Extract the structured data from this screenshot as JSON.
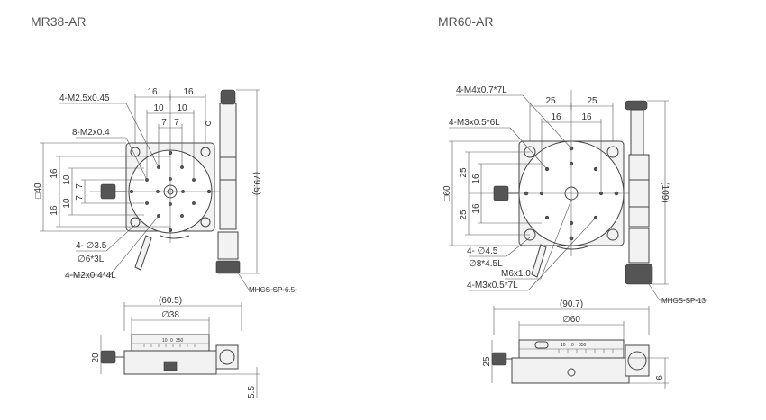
{
  "models": [
    {
      "title": "MR38-AR",
      "top_dims": [
        "16",
        "16",
        "10",
        "10",
        "7",
        "7"
      ],
      "left_dims": [
        "16",
        "10",
        "7",
        "7",
        "10",
        "16"
      ],
      "square_size": "□40",
      "height_dim": "(79.5)",
      "callouts": [
        "4-M2.5x0.45",
        "8-M2x0.4",
        "4- ∅3.5",
        "∅6*3L",
        "4-M2x0.4*4L"
      ],
      "micrometer": "MHGS-SP-6.5",
      "side_width": "(60.5)",
      "side_diameter": "∅38",
      "side_height": "20",
      "base_height": "5.5",
      "scale_labels": [
        "10",
        "0",
        "350"
      ]
    },
    {
      "title": "MR60-AR",
      "top_dims": [
        "25",
        "25",
        "16",
        "16"
      ],
      "left_dims": [
        "25",
        "16",
        "16",
        "25"
      ],
      "square_size": "□60",
      "height_dim": "(109)",
      "callouts": [
        "4-M4x0.7*7L",
        "4-M3x0.5*6L",
        "4- ∅4.5",
        "∅8*4.5L",
        "M6x1.0",
        "4-M3x0.5*7L"
      ],
      "micrometer": "MHGS-SP-13",
      "side_width": "(90.7)",
      "side_diameter": "∅60",
      "side_height": "25",
      "base_height": "6",
      "scale_labels": [
        "10",
        "0",
        "350"
      ]
    }
  ]
}
